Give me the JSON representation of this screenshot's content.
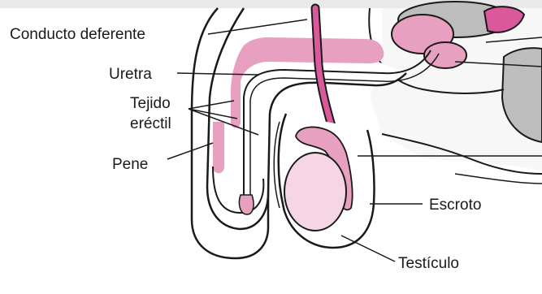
{
  "diagram": {
    "labels": {
      "vas_deferens": "Conducto deferente",
      "urethra": "Uretra",
      "erectile_tissue_line1": "Tejido",
      "erectile_tissue_line2": "eréctil",
      "penis": "Pene",
      "scrotum": "Escroto",
      "testicle": "Testículo"
    },
    "colors": {
      "background": "#f2f2f2",
      "paper": "#ffffff",
      "outline": "#1a1a1a",
      "tissue_pink": "#e7a0bf",
      "duct_pink": "#d9599a",
      "light_pink": "#f6d6e4",
      "gray_fill": "#bdbdbd"
    }
  }
}
